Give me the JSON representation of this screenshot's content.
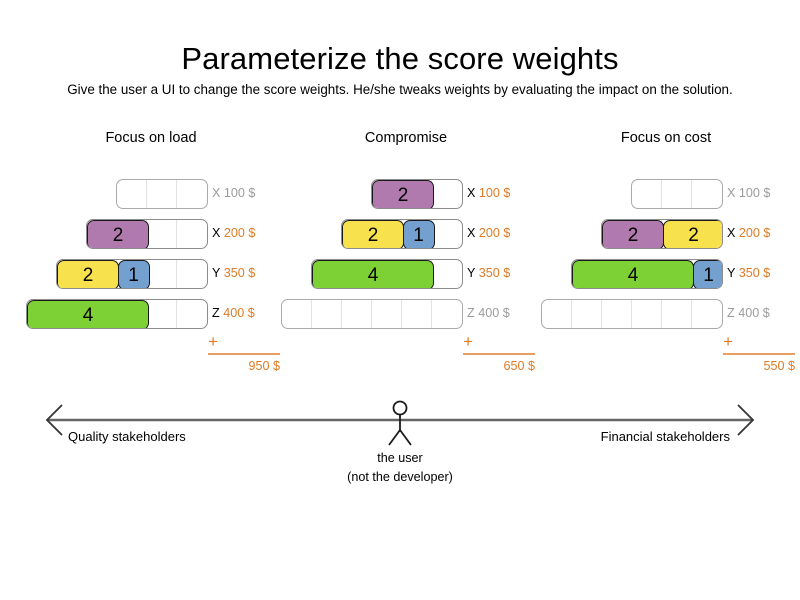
{
  "slide": {
    "title": "Parameterize the score weights",
    "subtitle": "Give the user a UI to change the score weights. He/she tweaks weights by evaluating the impact on the solution."
  },
  "colors": {
    "purple": "#b07aae",
    "yellow": "#f7e14c",
    "blue": "#74a0cf",
    "green": "#7ed134",
    "accent_orange": "#e07b27",
    "rule_orange": "#e8a062",
    "inactive_gray": "#9b9b9b",
    "track_border": "#8c8c8c",
    "axis_gray": "#666666"
  },
  "scenarios": [
    {
      "title": "Focus on load",
      "total_plus": "+",
      "total": "950 $",
      "rows": [
        {
          "axis": "X",
          "amount": "100 $",
          "active": false,
          "cells": 3,
          "blocks": []
        },
        {
          "axis": "X",
          "amount": "200 $",
          "active": true,
          "cells": 4,
          "blocks": [
            {
              "value": "2",
              "units": 2,
              "color": "purple"
            }
          ]
        },
        {
          "axis": "Y",
          "amount": "350 $",
          "active": true,
          "cells": 5,
          "blocks": [
            {
              "value": "2",
              "units": 2,
              "color": "yellow"
            },
            {
              "value": "1",
              "units": 1,
              "color": "blue"
            }
          ]
        },
        {
          "axis": "Z",
          "amount": "400 $",
          "active": true,
          "cells": 6,
          "blocks": [
            {
              "value": "4",
              "units": 4,
              "color": "green"
            }
          ]
        }
      ]
    },
    {
      "title": "Compromise",
      "total_plus": "+",
      "total": "650 $",
      "rows": [
        {
          "axis": "X",
          "amount": "100 $",
          "active": true,
          "cells": 3,
          "blocks": [
            {
              "value": "2",
              "units": 2,
              "color": "purple"
            }
          ]
        },
        {
          "axis": "X",
          "amount": "200 $",
          "active": true,
          "cells": 4,
          "blocks": [
            {
              "value": "2",
              "units": 2,
              "color": "yellow"
            },
            {
              "value": "1",
              "units": 1,
              "color": "blue"
            }
          ]
        },
        {
          "axis": "Y",
          "amount": "350 $",
          "active": true,
          "cells": 5,
          "blocks": [
            {
              "value": "4",
              "units": 4,
              "color": "green"
            }
          ]
        },
        {
          "axis": "Z",
          "amount": "400 $",
          "active": false,
          "cells": 6,
          "blocks": []
        }
      ]
    },
    {
      "title": "Focus on cost",
      "total_plus": "+",
      "total": "550 $",
      "rows": [
        {
          "axis": "X",
          "amount": "100 $",
          "active": false,
          "cells": 3,
          "blocks": []
        },
        {
          "axis": "X",
          "amount": "200 $",
          "active": true,
          "cells": 4,
          "blocks": [
            {
              "value": "2",
              "units": 2,
              "color": "purple"
            },
            {
              "value": "2",
              "units": 2,
              "color": "yellow"
            }
          ]
        },
        {
          "axis": "Y",
          "amount": "350 $",
          "active": true,
          "cells": 5,
          "blocks": [
            {
              "value": "4",
              "units": 4,
              "color": "green"
            },
            {
              "value": "1",
              "units": 1,
              "color": "blue"
            }
          ]
        },
        {
          "axis": "Z",
          "amount": "400 $",
          "active": false,
          "cells": 6,
          "blocks": []
        }
      ]
    }
  ],
  "spectrum": {
    "left_label": "Quality stakeholders",
    "right_label": "Financial stakeholders",
    "center_label_line1": "the user",
    "center_label_line2": "(not the developer)"
  }
}
